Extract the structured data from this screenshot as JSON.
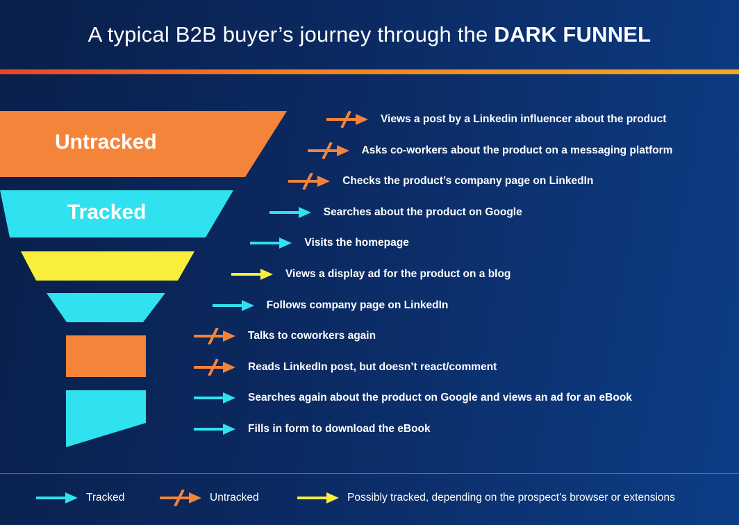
{
  "title": {
    "prefix": "A typical B2B buyer’s journey through the ",
    "emphasis": "DARK FUNNEL"
  },
  "colors": {
    "orange": "#f5843b",
    "cyan": "#30e1ef",
    "yellow": "#f7ef3b"
  },
  "funnel": {
    "labels": [
      "Untracked",
      "Tracked"
    ]
  },
  "steps": [
    {
      "text": "Views a post by a Linkedin influencer about the product",
      "status": "untracked"
    },
    {
      "text": "Asks co-workers about the product on a messaging platform",
      "status": "untracked"
    },
    {
      "text": "Checks the product’s company page on LinkedIn",
      "status": "untracked"
    },
    {
      "text": "Searches about the product on Google",
      "status": "tracked"
    },
    {
      "text": "Visits the homepage",
      "status": "tracked"
    },
    {
      "text": "Views a display ad for the product on a blog",
      "status": "possibly"
    },
    {
      "text": "Follows company page on LinkedIn",
      "status": "tracked"
    },
    {
      "text": "Talks to coworkers again",
      "status": "untracked"
    },
    {
      "text": "Reads LinkedIn post, but doesn’t react/comment",
      "status": "untracked"
    },
    {
      "text": "Searches again about the product on Google and views an ad for an eBook",
      "status": "tracked"
    },
    {
      "text": "Fills in form to download the eBook",
      "status": "tracked"
    }
  ],
  "legend": [
    {
      "label": "Tracked",
      "status": "tracked"
    },
    {
      "label": "Untracked",
      "status": "untracked"
    },
    {
      "label": "Possibly tracked, depending on the prospect’s browser or extensions",
      "status": "possibly"
    }
  ]
}
